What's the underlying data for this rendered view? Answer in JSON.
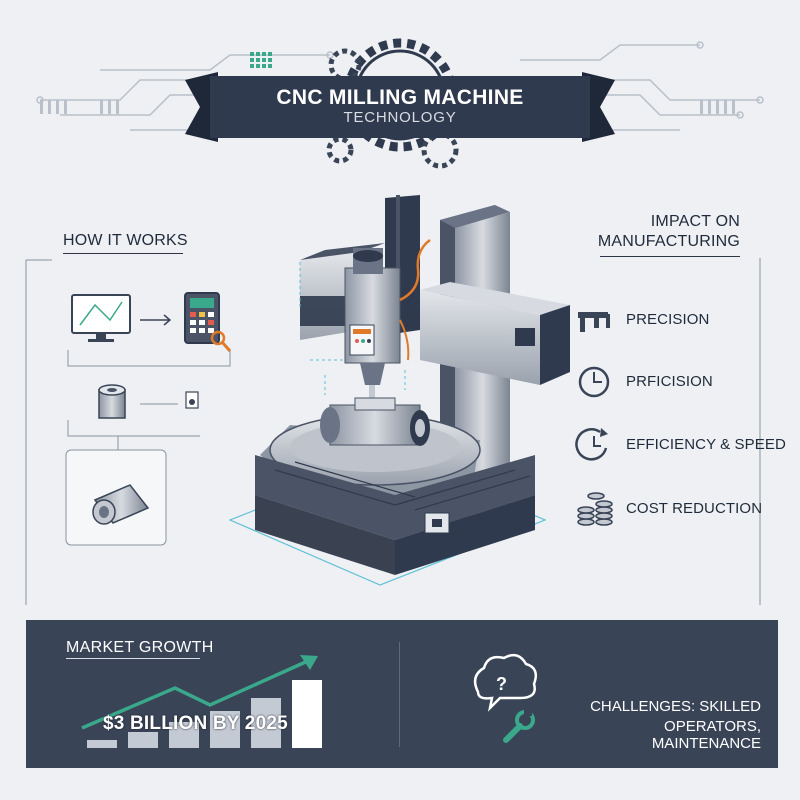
{
  "title": {
    "main": "CNC MILLING MACHINE",
    "sub": "TECHNOLOGY"
  },
  "how_it_works": {
    "heading": "HOW IT WORKS",
    "steps": [
      "cad-monitor-icon",
      "cnc-controller-icon",
      "raw-stock-icon",
      "finished-part-icon"
    ]
  },
  "impact": {
    "heading_line1": "IMPACT ON",
    "heading_line2": "MANUFACTURING",
    "items": [
      {
        "label": "PRECISION",
        "icon": "caliper-icon"
      },
      {
        "label": "PRFICISION",
        "icon": "clock-icon"
      },
      {
        "label": "EFFICIENCY & SPEED",
        "icon": "stopwatch-icon"
      },
      {
        "label": "COST REDUCTION",
        "icon": "coins-icon"
      }
    ]
  },
  "market": {
    "heading": "MARKET GROWTH",
    "value_text": "$3 BILLION BY 2025",
    "growth_bar_levels": [
      0.08,
      0.16,
      0.26,
      0.37,
      0.5,
      0.68
    ]
  },
  "challenges": {
    "line1": "CHALLENGES: SKILLED",
    "line2": "OPERATORS, MAINTENANCE",
    "icons": [
      "question-cloud-icon",
      "wrench-icon"
    ]
  },
  "colors": {
    "background": "#eef0f3",
    "navy": "#3a4457",
    "banner": "#2f3a4e",
    "accent_teal": "#3aa88a",
    "machine_orange": "#e07a2a"
  }
}
